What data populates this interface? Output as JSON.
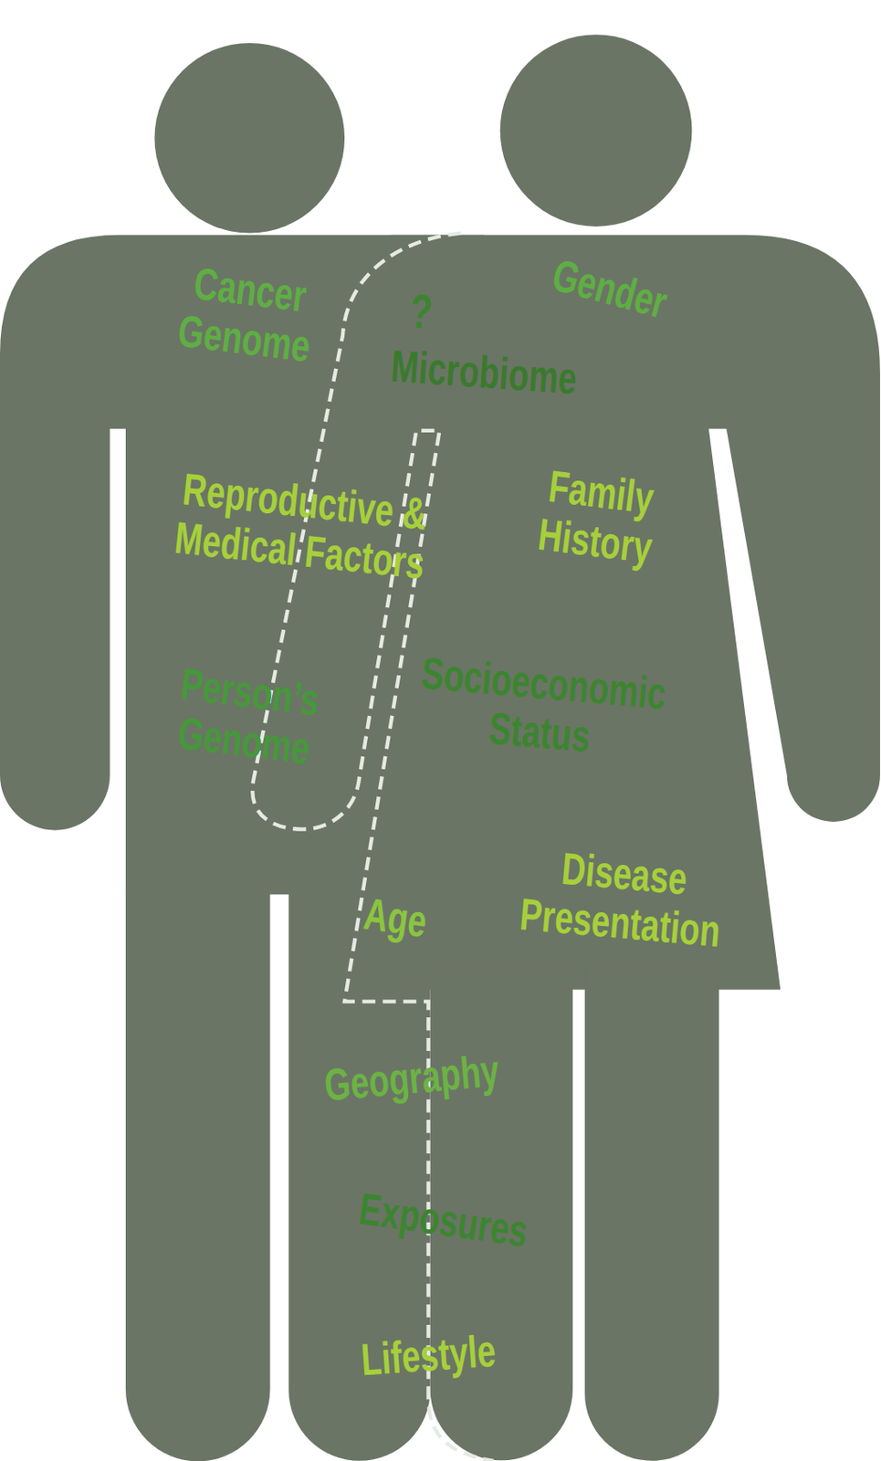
{
  "diagram": {
    "labels": [
      "Cancer Genome",
      "?",
      "Gender",
      "Microbiome",
      "Reproductive & Medical Factors",
      "Family History",
      "Person’s Genome",
      "Socioeconomic Status",
      "Disease Presentation",
      "Age",
      "Geography",
      "Exposures",
      "Lifestyle"
    ]
  }
}
